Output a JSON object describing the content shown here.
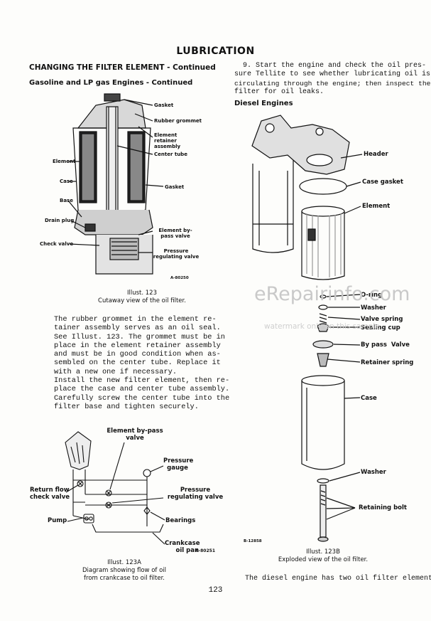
{
  "page": {
    "title": "LUBRICATION",
    "section_heading": "CHANGING THE FILTER ELEMENT - Continued",
    "subsection_heading": "Gasoline and LP gas Engines - Continued",
    "diesel_heading": "Diesel Engines",
    "page_number": "123"
  },
  "left_column": {
    "fig123": {
      "labels": {
        "gasket": "Gasket",
        "rubber_grommet": "Rubber grommet",
        "element_retainer": "Element retainer assembly",
        "center_tube": "Center tube",
        "element": "Element",
        "case": "Case",
        "gasket2": "Gasket",
        "base": "Base",
        "drain_plug": "Drain plug",
        "bypass_valve": "Element by-pass valve",
        "check_valve": "Check valve",
        "pressure_regulating": "Pressure regulating valve",
        "code": "A-80250"
      },
      "caption_title": "Illust. 123",
      "caption_text": "Cutaway view of the oil filter."
    },
    "para1": [
      "The rubber grommet in the element re-",
      "tainer assembly serves as an oil seal.",
      "See Illust. 123.  The grommet must be in",
      "place in the element retainer assembly",
      "and must be in good condition when as-",
      "sembled on the center tube. Replace it",
      "with a new one if necessary."
    ],
    "para2": [
      "Install the new filter element, then re-",
      "place the case and center tube assembly.",
      "Carefully screw the center tube into the",
      "filter base and tighten securely."
    ],
    "fig123a": {
      "labels": {
        "element_bypass": "Element by-pass valve",
        "pressure_gauge": "Pressure gauge",
        "return_flow": "Return flow check valve",
        "pressure_regulating": "Pressure regulating valve",
        "bearings": "Bearings",
        "pump": "Pump",
        "crankcase": "Crankcase oil pan",
        "code": "A-80251"
      },
      "caption_title": "Illust. 123A",
      "caption_text": "Diagram showing flow of oil from crankcase to oil filter."
    }
  },
  "right_column": {
    "para3": [
      "9. Start the engine and check the oil pres-",
      "sure Tellite to see whether lubricating oil is",
      "circulating through the engine; then inspect the",
      "filter for oil leaks."
    ],
    "fig123b": {
      "labels": {
        "header": "Header",
        "case_gasket": "Case gasket",
        "element": "Element",
        "o_ring": "O-ring",
        "washer": "Washer",
        "valve_spring": "Valve spring",
        "sealing_cup": "Sealing cup",
        "bypass_valve": "By pass  Valve",
        "retainer_spring": "Retainer spring",
        "case": "Case",
        "washer2": "Washer",
        "retaining_bolt": "Retaining bolt",
        "code": "B-12858"
      },
      "caption_title": "Illust. 123B",
      "caption_text": "Exploded view of the oil filter."
    },
    "para4": "The diesel engine has two oil filter elements."
  },
  "watermark": {
    "main": "eRepairinfo.com",
    "sub": "watermark only on this sample"
  }
}
